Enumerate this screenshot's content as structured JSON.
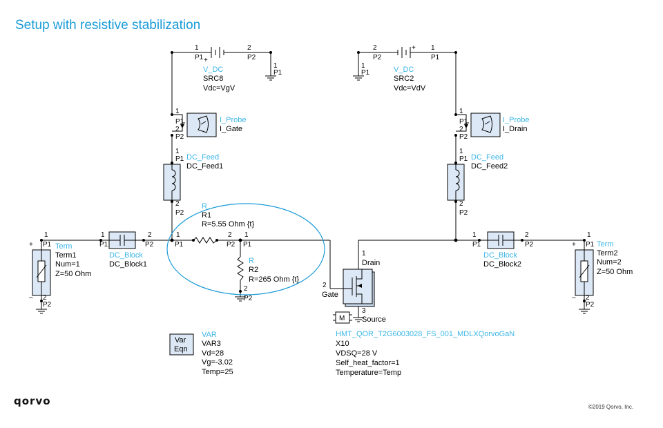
{
  "title": "Setup with resistive stabilization",
  "logo": "qorvo",
  "copyright": "©2019 Qorvo, Inc.",
  "vdc_gate": {
    "type": "V_DC",
    "name": "SRC8",
    "value": "Vdc=VgV",
    "pin1": "1",
    "pin2": "2",
    "lbl1": "P1",
    "lbl2": "P2",
    "gnd_pin": "1",
    "gnd_lbl": "P1",
    "plus": "+"
  },
  "vdc_drain": {
    "type": "V_DC",
    "name": "SRC2",
    "value": "Vdc=VdV",
    "pin1": "1",
    "pin2": "2",
    "lbl1": "P1",
    "lbl2": "P2",
    "gnd_pin": "1",
    "gnd_lbl": "P1",
    "plus": "+"
  },
  "probe_gate": {
    "type": "I_Probe",
    "name": "I_Gate",
    "pin1": "1",
    "pin2": "2",
    "lbl1": "P1",
    "lbl2": "P2"
  },
  "probe_drain": {
    "type": "I_Probe",
    "name": "I_Drain",
    "pin1": "1",
    "pin2": "2",
    "lbl1": "P1",
    "lbl2": "P2"
  },
  "feed_gate": {
    "type": "DC_Feed",
    "name": "DC_Feed1",
    "pin1": "1",
    "pin2": "2",
    "lbl1": "P1",
    "lbl2": "P2"
  },
  "feed_drain": {
    "type": "DC_Feed",
    "name": "DC_Feed2",
    "pin1": "1",
    "pin2": "2",
    "lbl1": "P1",
    "lbl2": "P2"
  },
  "block_in": {
    "type": "DC_Block",
    "name": "DC_Block1",
    "pin1": "1",
    "pin2": "2",
    "lbl1": "P1",
    "lbl2": "P2"
  },
  "block_out": {
    "type": "DC_Block",
    "name": "DC_Block2",
    "pin1": "1",
    "pin2": "2",
    "lbl1": "P1",
    "lbl2": "P2"
  },
  "r1": {
    "type": "R",
    "name": "R1",
    "value": "R=5.55 Ohm {t}",
    "pin1": "1",
    "pin2": "2",
    "lbl1": "P1",
    "lbl2": "P2"
  },
  "r2": {
    "type": "R",
    "name": "R2",
    "value": "R=265 Ohm {t}",
    "pin1": "1",
    "pin2": "2",
    "lbl1": "P1",
    "lbl2": "P2"
  },
  "term1": {
    "type": "Term",
    "name": "Term1",
    "num": "Num=1",
    "z": "Z=50 Ohm",
    "pin1": "1",
    "pin2": "2",
    "lbl1": "P1",
    "lbl2": "P2",
    "plus": "+",
    "minus": "–"
  },
  "term2": {
    "type": "Term",
    "name": "Term2",
    "num": "Num=2",
    "z": "Z=50 Ohm",
    "pin1": "1",
    "pin2": "2",
    "lbl1": "P1",
    "lbl2": "P2",
    "plus": "+",
    "minus": "–"
  },
  "var_eqn": {
    "type": "VAR",
    "name": "VAR3",
    "box1": "Var",
    "box2": "Eqn",
    "lines": [
      "Vd=28",
      "Vg=-3.02",
      "Temp=25"
    ]
  },
  "transistor": {
    "model": "HMT_QOR_T2G6003028_FS_001_MDLXQorvoGaN",
    "name": "X10",
    "params": [
      "VDSQ=28 V",
      "Self_heat_factor=1",
      "Temperature=Temp"
    ],
    "drain_pin": "1",
    "drain": "Drain",
    "gate_pin": "2",
    "gate": "Gate",
    "source_pin": "3",
    "source": "Source",
    "badge": "M"
  },
  "colors": {
    "title": "#1a9bd7",
    "component_type": "#3cb6e6",
    "highlight_ellipse": "#1a9bd7",
    "component_body": "#dce8f5"
  }
}
